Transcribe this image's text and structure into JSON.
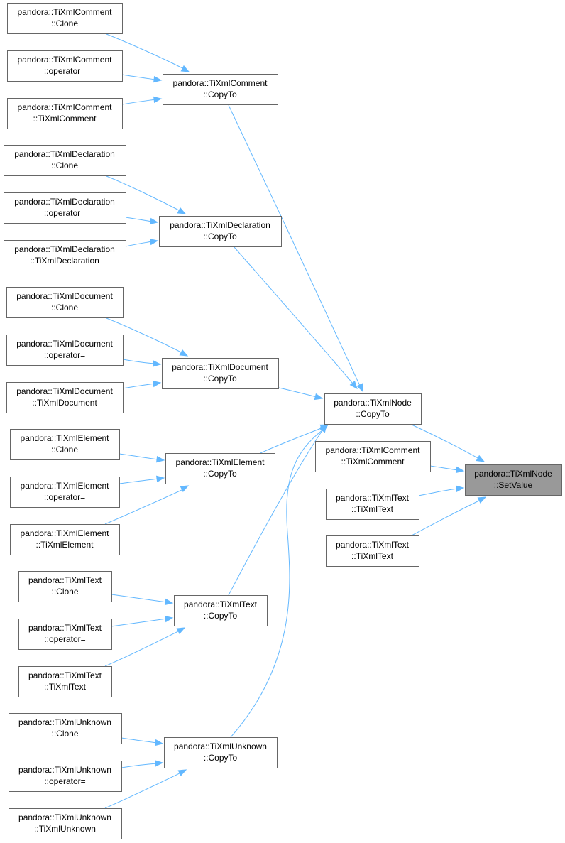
{
  "diagram": {
    "nodes": [
      {
        "id": "comment_clone",
        "line1": "pandora::TiXmlComment",
        "line2": "::Clone"
      },
      {
        "id": "comment_operator",
        "line1": "pandora::TiXmlComment",
        "line2": "::operator="
      },
      {
        "id": "comment_ctor",
        "line1": "pandora::TiXmlComment",
        "line2": "::TiXmlComment"
      },
      {
        "id": "comment_copyto",
        "line1": "pandora::TiXmlComment",
        "line2": "::CopyTo"
      },
      {
        "id": "decl_clone",
        "line1": "pandora::TiXmlDeclaration",
        "line2": "::Clone"
      },
      {
        "id": "decl_operator",
        "line1": "pandora::TiXmlDeclaration",
        "line2": "::operator="
      },
      {
        "id": "decl_ctor",
        "line1": "pandora::TiXmlDeclaration",
        "line2": "::TiXmlDeclaration"
      },
      {
        "id": "decl_copyto",
        "line1": "pandora::TiXmlDeclaration",
        "line2": "::CopyTo"
      },
      {
        "id": "doc_clone",
        "line1": "pandora::TiXmlDocument",
        "line2": "::Clone"
      },
      {
        "id": "doc_operator",
        "line1": "pandora::TiXmlDocument",
        "line2": "::operator="
      },
      {
        "id": "doc_ctor",
        "line1": "pandora::TiXmlDocument",
        "line2": "::TiXmlDocument"
      },
      {
        "id": "doc_copyto",
        "line1": "pandora::TiXmlDocument",
        "line2": "::CopyTo"
      },
      {
        "id": "elem_clone",
        "line1": "pandora::TiXmlElement",
        "line2": "::Clone"
      },
      {
        "id": "elem_operator",
        "line1": "pandora::TiXmlElement",
        "line2": "::operator="
      },
      {
        "id": "elem_ctor",
        "line1": "pandora::TiXmlElement",
        "line2": "::TiXmlElement"
      },
      {
        "id": "elem_copyto",
        "line1": "pandora::TiXmlElement",
        "line2": "::CopyTo"
      },
      {
        "id": "text_clone",
        "line1": "pandora::TiXmlText",
        "line2": "::Clone"
      },
      {
        "id": "text_operator",
        "line1": "pandora::TiXmlText",
        "line2": "::operator="
      },
      {
        "id": "text_ctor",
        "line1": "pandora::TiXmlText",
        "line2": "::TiXmlText"
      },
      {
        "id": "text_copyto",
        "line1": "pandora::TiXmlText",
        "line2": "::CopyTo"
      },
      {
        "id": "unk_clone",
        "line1": "pandora::TiXmlUnknown",
        "line2": "::Clone"
      },
      {
        "id": "unk_operator",
        "line1": "pandora::TiXmlUnknown",
        "line2": "::operator="
      },
      {
        "id": "unk_ctor",
        "line1": "pandora::TiXmlUnknown",
        "line2": "::TiXmlUnknown"
      },
      {
        "id": "unk_copyto",
        "line1": "pandora::TiXmlUnknown",
        "line2": "::CopyTo"
      },
      {
        "id": "node_copyto",
        "line1": "pandora::TiXmlNode",
        "line2": "::CopyTo"
      },
      {
        "id": "comment_ctor2",
        "line1": "pandora::TiXmlComment",
        "line2": "::TiXmlComment"
      },
      {
        "id": "text_ctor2",
        "line1": "pandora::TiXmlText",
        "line2": "::TiXmlText"
      },
      {
        "id": "text_ctor3",
        "line1": "pandora::TiXmlText",
        "line2": "::TiXmlText"
      },
      {
        "id": "node_setvalue",
        "line1": "pandora::TiXmlNode",
        "line2": "::SetValue"
      }
    ]
  },
  "colors": {
    "edge": "#63b8ff",
    "node_border": "#666666",
    "focus_fill": "#999999"
  }
}
